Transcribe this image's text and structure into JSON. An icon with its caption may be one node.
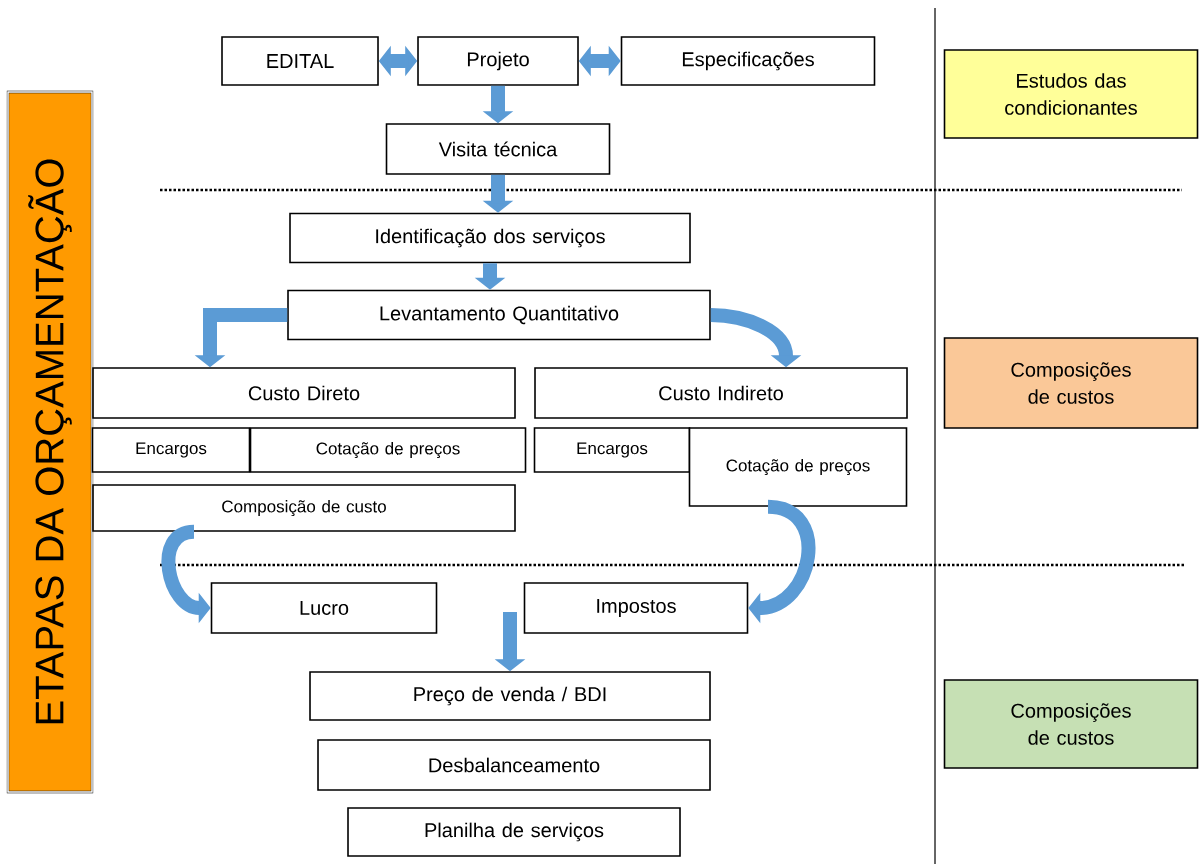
{
  "diagram": {
    "nodes": [
      {
        "text": [
          "ETAPAS DA ORÇAMENTAÇÃO"
        ]
      },
      {
        "text": [
          "EDITAL"
        ]
      },
      {
        "text": [
          "Projeto"
        ]
      },
      {
        "text": [
          "Especificações"
        ]
      },
      {
        "text": [
          "Visita técnica"
        ]
      },
      {
        "text": [
          "Identificação dos serviços"
        ]
      },
      {
        "text": [
          "Levantamento Quantitativo"
        ]
      },
      {
        "text": [
          "Custo Direto"
        ]
      },
      {
        "text": [
          "Encargos"
        ]
      },
      {
        "text": [
          "Cotação de preços"
        ]
      },
      {
        "text": [
          "Composição de custo"
        ]
      },
      {
        "text": [
          "Custo Indireto"
        ]
      },
      {
        "text": [
          "Encargos"
        ]
      },
      {
        "text": [
          "Cotação de preços"
        ]
      },
      {
        "text": [
          "Lucro"
        ]
      },
      {
        "text": [
          "Impostos"
        ]
      },
      {
        "text": [
          "Preço de venda / BDI"
        ]
      },
      {
        "text": [
          "Desbalanceamento"
        ]
      },
      {
        "text": [
          "Planilha de serviços"
        ]
      },
      {
        "text": [
          "Estudos das condicionantes"
        ]
      },
      {
        "text": [
          "Composições de custos"
        ]
      },
      {
        "text": [
          "Composições de custos"
        ]
      }
    ],
    "edges": [
      {
        "from": 1,
        "to": 2,
        "arrow": "both"
      },
      {
        "from": 2,
        "to": 3,
        "arrow": "both"
      },
      {
        "from": 2,
        "to": 4,
        "arrow": "to"
      },
      {
        "from": 4,
        "to": 5,
        "arrow": "to"
      },
      {
        "from": 5,
        "to": 6,
        "arrow": "to"
      },
      {
        "from": 6,
        "to": 7,
        "arrow": "to"
      },
      {
        "from": 6,
        "to": 11,
        "arrow": "to"
      },
      {
        "from": 10,
        "to": 14,
        "arrow": "to"
      },
      {
        "from": 13,
        "to": 15,
        "arrow": "to"
      },
      {
        "from": null,
        "to": 16,
        "arrow": "to"
      }
    ]
  }
}
